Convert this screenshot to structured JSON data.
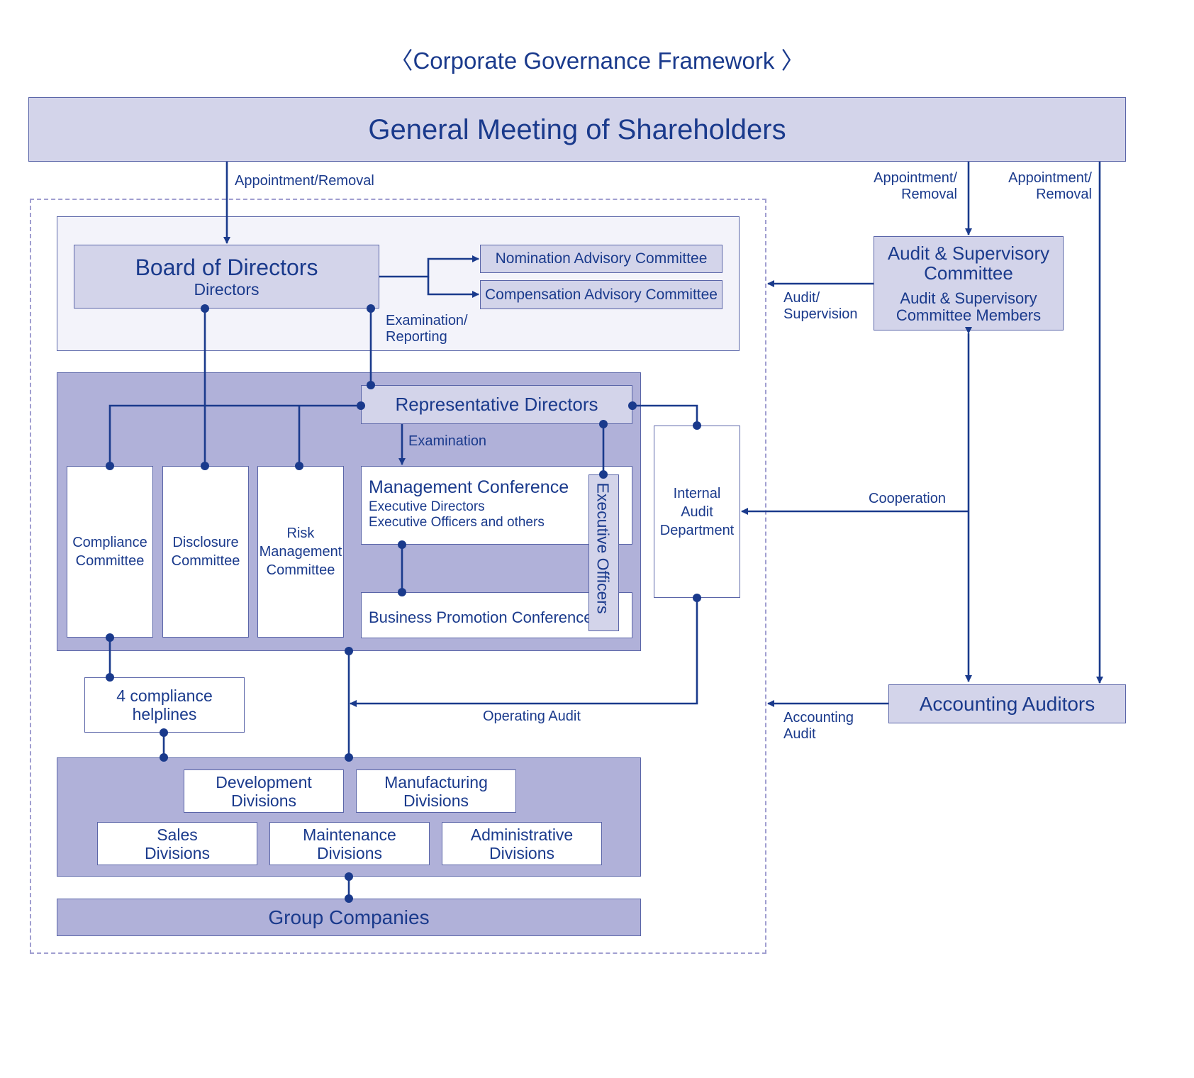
{
  "title": "〈Corporate Governance Framework 〉",
  "shareholders": "General Meeting of Shareholders",
  "board": {
    "title": "Board of Directors",
    "sub": "Directors"
  },
  "nomination": "Nomination Advisory Committee",
  "compensation": "Compensation Advisory Committee",
  "audit_committee": {
    "title": "Audit & Supervisory\nCommittee",
    "sub": "Audit & Supervisory\nCommittee Members"
  },
  "rep_directors": "Representative Directors",
  "committees": {
    "compliance": "Compliance\nCommittee",
    "disclosure": "Disclosure\nCommittee",
    "risk": "Risk\nManagement\nCommittee"
  },
  "management_conference": {
    "title": "Management Conference",
    "line1": "Executive Directors",
    "line2": "Executive Officers and others"
  },
  "business_promotion": "Business Promotion Conference",
  "executive_officers": "Executive Officers",
  "internal_audit": "Internal\nAudit\nDepartment",
  "helplines": "4 compliance\nhelplines",
  "divisions": {
    "development": "Development\nDivisions",
    "manufacturing": "Manufacturing\nDivisions",
    "sales": "Sales\nDivisions",
    "maintenance": "Maintenance\nDivisions",
    "administrative": "Administrative\nDivisions"
  },
  "group_companies": "Group Companies",
  "accounting_auditors": "Accounting Auditors",
  "labels": {
    "appointment_removal": "Appointment/Removal",
    "appointment_removal_audit": "Appointment/\nRemoval",
    "appointment_removal_accounting": "Appointment/\nRemoval",
    "audit_supervision": "Audit/\nSupervision",
    "examination_reporting": "Examination/\nReporting",
    "examination": "Examination",
    "cooperation": "Cooperation",
    "operating_audit": "Operating Audit",
    "accounting_audit": "Accounting\nAudit"
  },
  "colors": {
    "line": "#1a3a8c",
    "dark_fill": "#b0b1d9",
    "light_fill": "#d3d4ea",
    "dashed": "#a09ed0"
  }
}
